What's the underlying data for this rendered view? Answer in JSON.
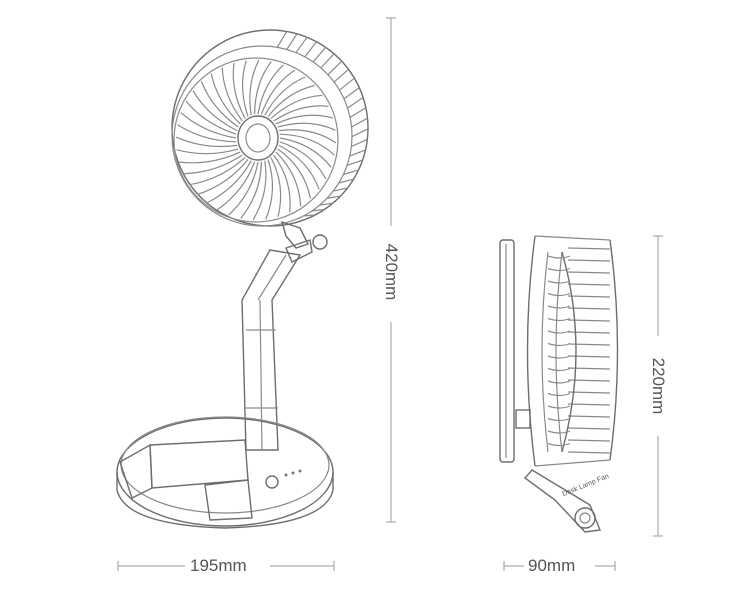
{
  "dimensions": {
    "height_front": "420mm",
    "width_front": "195mm",
    "height_side": "220mm",
    "depth_side": "90mm"
  },
  "product_label": "Desk Lamp Fan"
}
